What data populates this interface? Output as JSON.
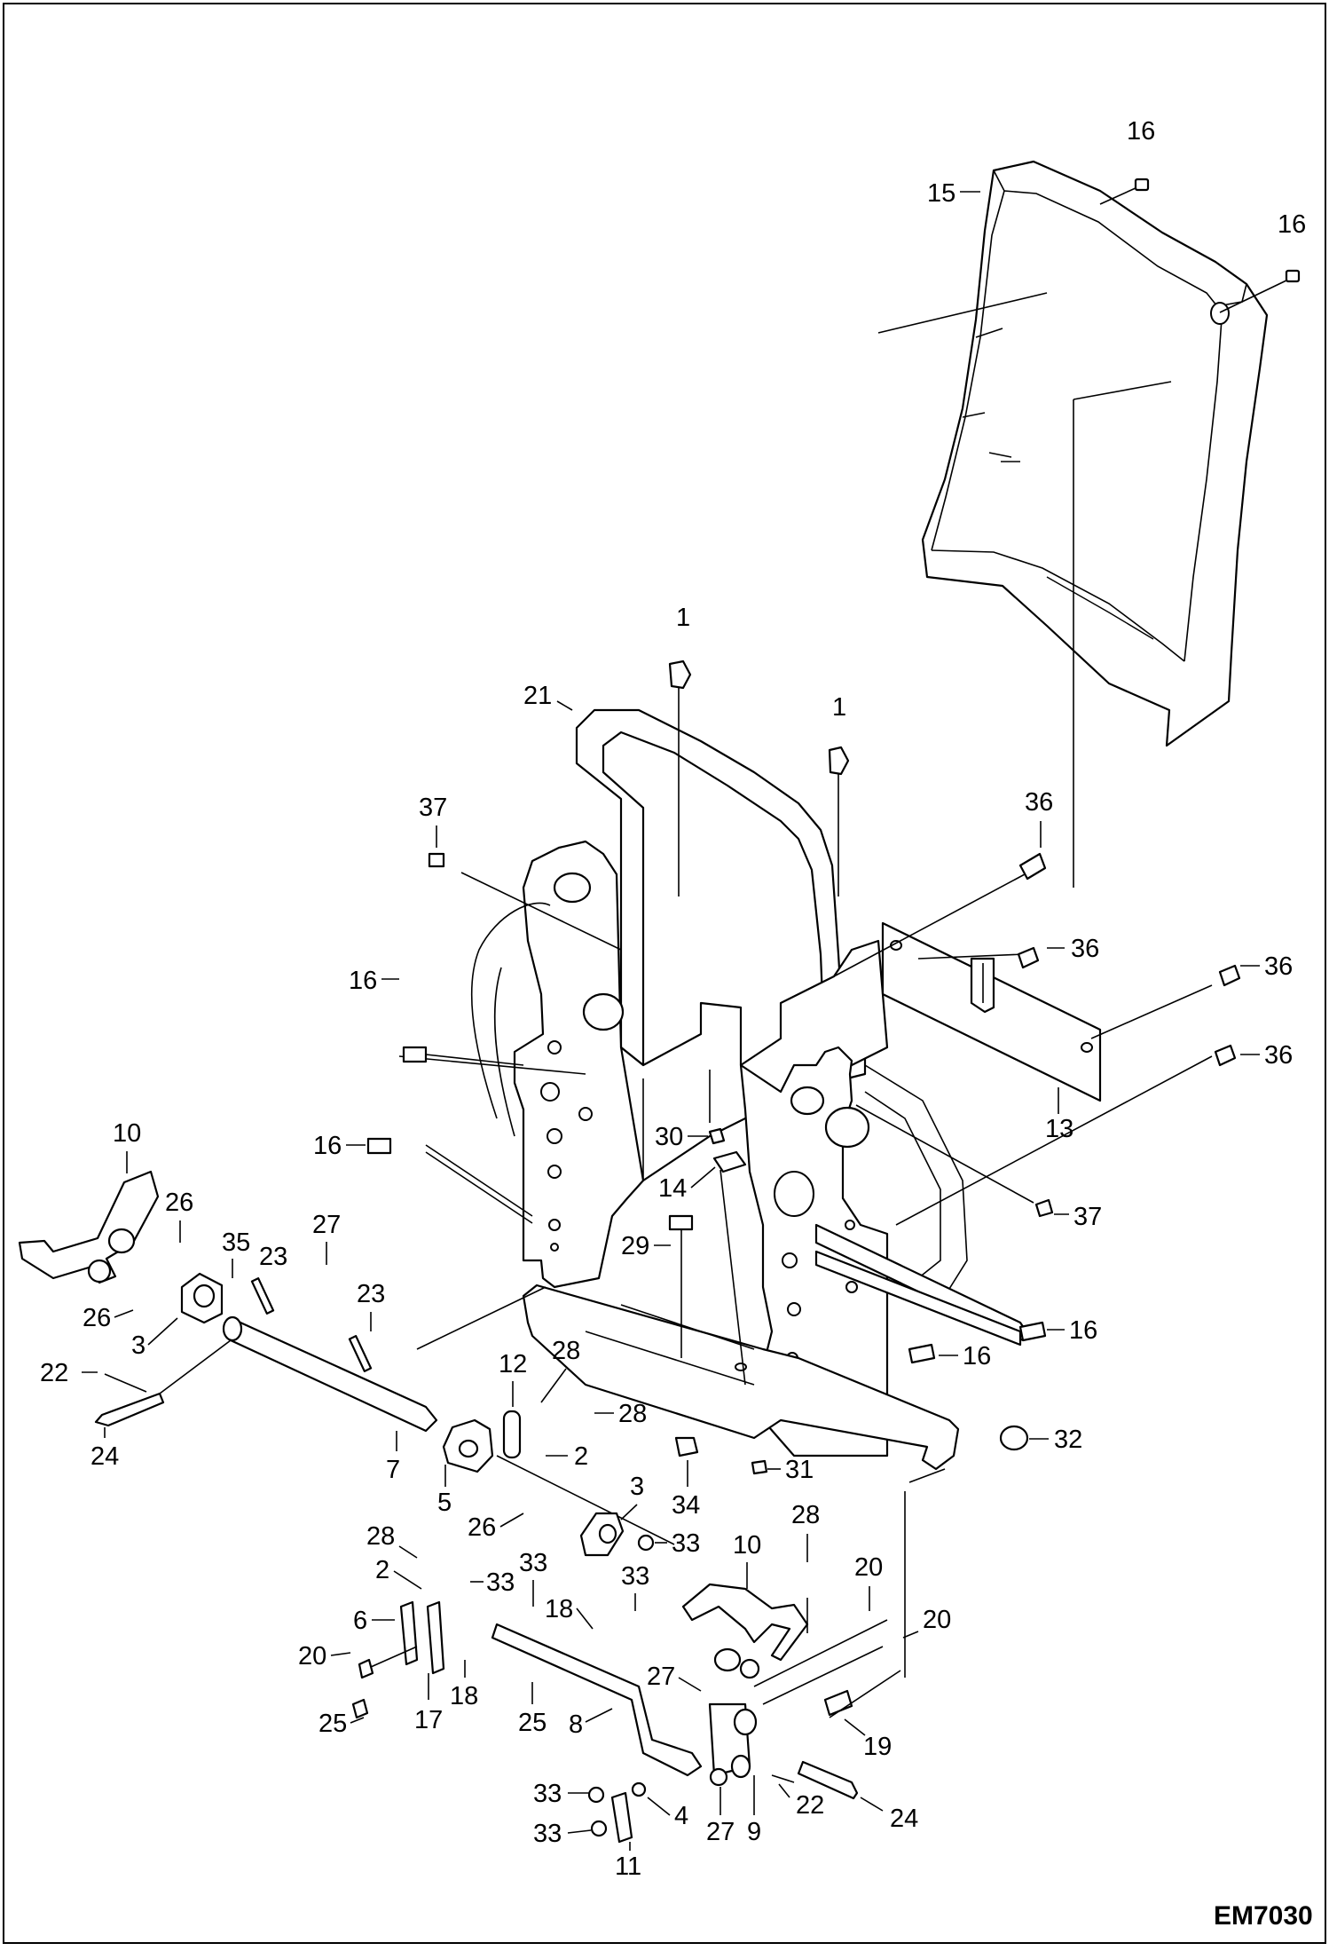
{
  "figure_code": "EM7030",
  "callouts": [
    {
      "id": "c-16a",
      "label": "16"
    },
    {
      "id": "c-15",
      "label": "15"
    },
    {
      "id": "c-16b",
      "label": "16"
    },
    {
      "id": "c-1a",
      "label": "1"
    },
    {
      "id": "c-21",
      "label": "21"
    },
    {
      "id": "c-1b",
      "label": "1"
    },
    {
      "id": "c-37a",
      "label": "37"
    },
    {
      "id": "c-36a",
      "label": "36"
    },
    {
      "id": "c-36b",
      "label": "36"
    },
    {
      "id": "c-36c",
      "label": "36"
    },
    {
      "id": "c-36d",
      "label": "36"
    },
    {
      "id": "c-16c",
      "label": "16"
    },
    {
      "id": "c-13",
      "label": "13"
    },
    {
      "id": "c-10a",
      "label": "10"
    },
    {
      "id": "c-16d",
      "label": "16"
    },
    {
      "id": "c-30",
      "label": "30"
    },
    {
      "id": "c-14",
      "label": "14"
    },
    {
      "id": "c-37b",
      "label": "37"
    },
    {
      "id": "c-26a",
      "label": "26"
    },
    {
      "id": "c-35",
      "label": "35"
    },
    {
      "id": "c-27a",
      "label": "27"
    },
    {
      "id": "c-23a",
      "label": "23"
    },
    {
      "id": "c-29",
      "label": "29"
    },
    {
      "id": "c-26b",
      "label": "26"
    },
    {
      "id": "c-23b",
      "label": "23"
    },
    {
      "id": "c-3a",
      "label": "3"
    },
    {
      "id": "c-16e",
      "label": "16"
    },
    {
      "id": "c-16f",
      "label": "16"
    },
    {
      "id": "c-22a",
      "label": "22"
    },
    {
      "id": "c-12",
      "label": "12"
    },
    {
      "id": "c-28a",
      "label": "28"
    },
    {
      "id": "c-28b",
      "label": "28"
    },
    {
      "id": "c-2a",
      "label": "2"
    },
    {
      "id": "c-7",
      "label": "7"
    },
    {
      "id": "c-34",
      "label": "34"
    },
    {
      "id": "c-31",
      "label": "31"
    },
    {
      "id": "c-32",
      "label": "32"
    },
    {
      "id": "c-24a",
      "label": "24"
    },
    {
      "id": "c-5",
      "label": "5"
    },
    {
      "id": "c-3b",
      "label": "3"
    },
    {
      "id": "c-26c",
      "label": "26"
    },
    {
      "id": "c-33a",
      "label": "33"
    },
    {
      "id": "c-28c",
      "label": "28"
    },
    {
      "id": "c-10b",
      "label": "10"
    },
    {
      "id": "c-28d",
      "label": "28"
    },
    {
      "id": "c-2b",
      "label": "2"
    },
    {
      "id": "c-33b",
      "label": "33"
    },
    {
      "id": "c-33c",
      "label": "33"
    },
    {
      "id": "c-33d",
      "label": "33"
    },
    {
      "id": "c-20a",
      "label": "20"
    },
    {
      "id": "c-6",
      "label": "6"
    },
    {
      "id": "c-18a",
      "label": "18"
    },
    {
      "id": "c-20b",
      "label": "20"
    },
    {
      "id": "c-20c",
      "label": "20"
    },
    {
      "id": "c-17",
      "label": "17"
    },
    {
      "id": "c-18b",
      "label": "18"
    },
    {
      "id": "c-25a",
      "label": "25"
    },
    {
      "id": "c-25b",
      "label": "25"
    },
    {
      "id": "c-8",
      "label": "8"
    },
    {
      "id": "c-27b",
      "label": "27"
    },
    {
      "id": "c-19",
      "label": "19"
    },
    {
      "id": "c-33e",
      "label": "33"
    },
    {
      "id": "c-4",
      "label": "4"
    },
    {
      "id": "c-22b",
      "label": "22"
    },
    {
      "id": "c-24b",
      "label": "24"
    },
    {
      "id": "c-33f",
      "label": "33"
    },
    {
      "id": "c-11",
      "label": "11"
    },
    {
      "id": "c-27c",
      "label": "27"
    },
    {
      "id": "c-9",
      "label": "9"
    }
  ]
}
